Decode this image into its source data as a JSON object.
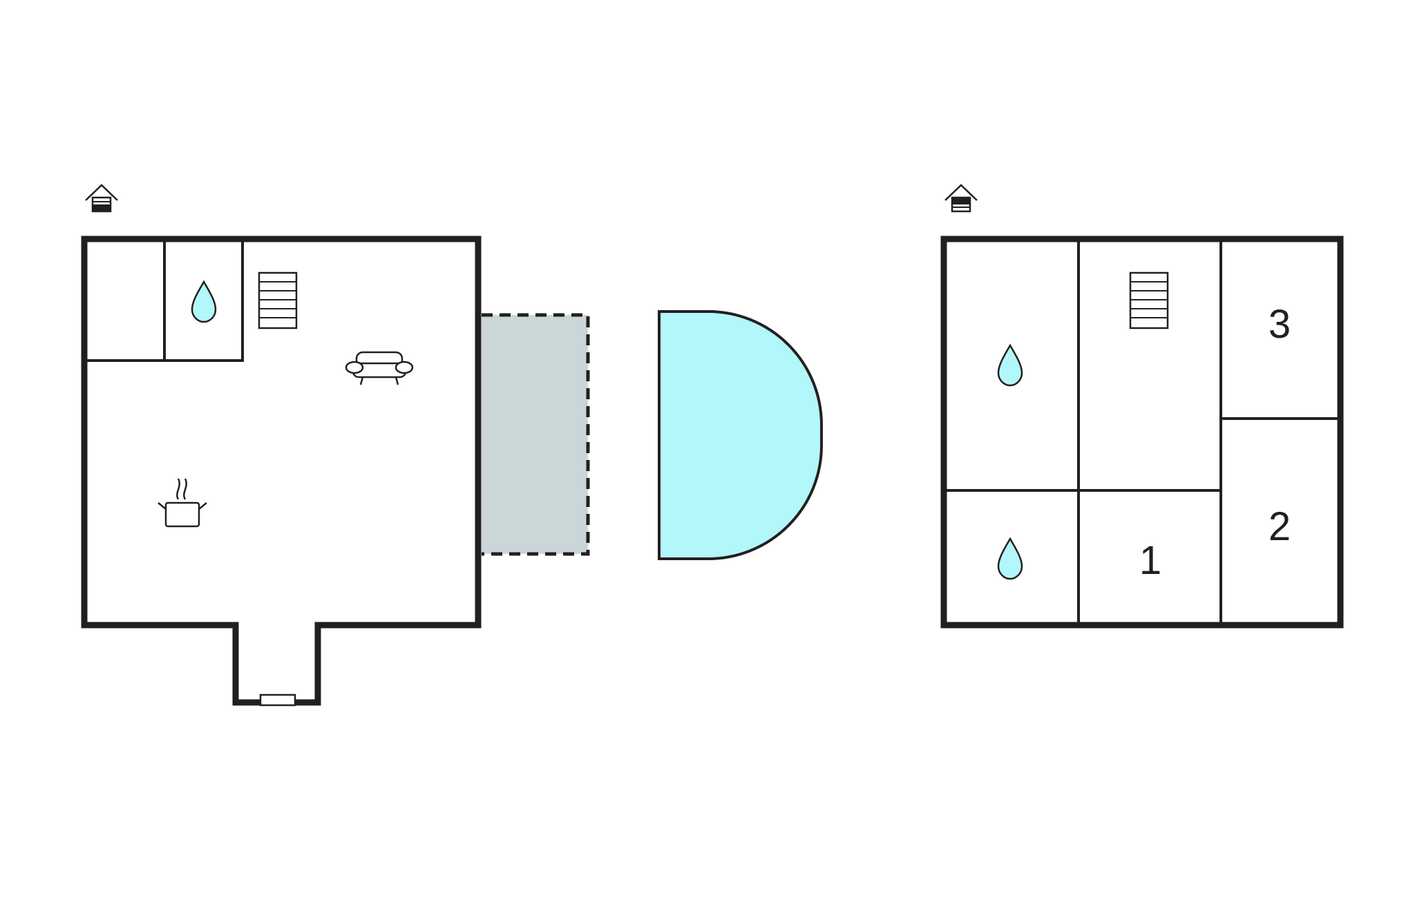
{
  "colors": {
    "wall": "#231f20",
    "water": "#b2f7fa",
    "terrace": "#cbd6d8",
    "background": "#ffffff"
  },
  "ground_floor": {
    "floor_indicator_icon": "house-lower-floor-icon",
    "rooms": [
      "storage",
      "bathroom",
      "living-room",
      "kitchen",
      "entrance"
    ],
    "icons": [
      "water-drop-icon",
      "staircase-icon",
      "sofa-icon",
      "cooking-pot-icon",
      "doormat-icon"
    ]
  },
  "terrace": {
    "icon": "terrace-area"
  },
  "pool": {
    "icon": "pool-shape"
  },
  "upper_floor": {
    "floor_indicator_icon": "house-upper-floor-icon",
    "bedrooms": [
      {
        "number": "1"
      },
      {
        "number": "2"
      },
      {
        "number": "3"
      }
    ],
    "icons": [
      "water-drop-icon",
      "water-drop-icon",
      "staircase-icon"
    ]
  }
}
